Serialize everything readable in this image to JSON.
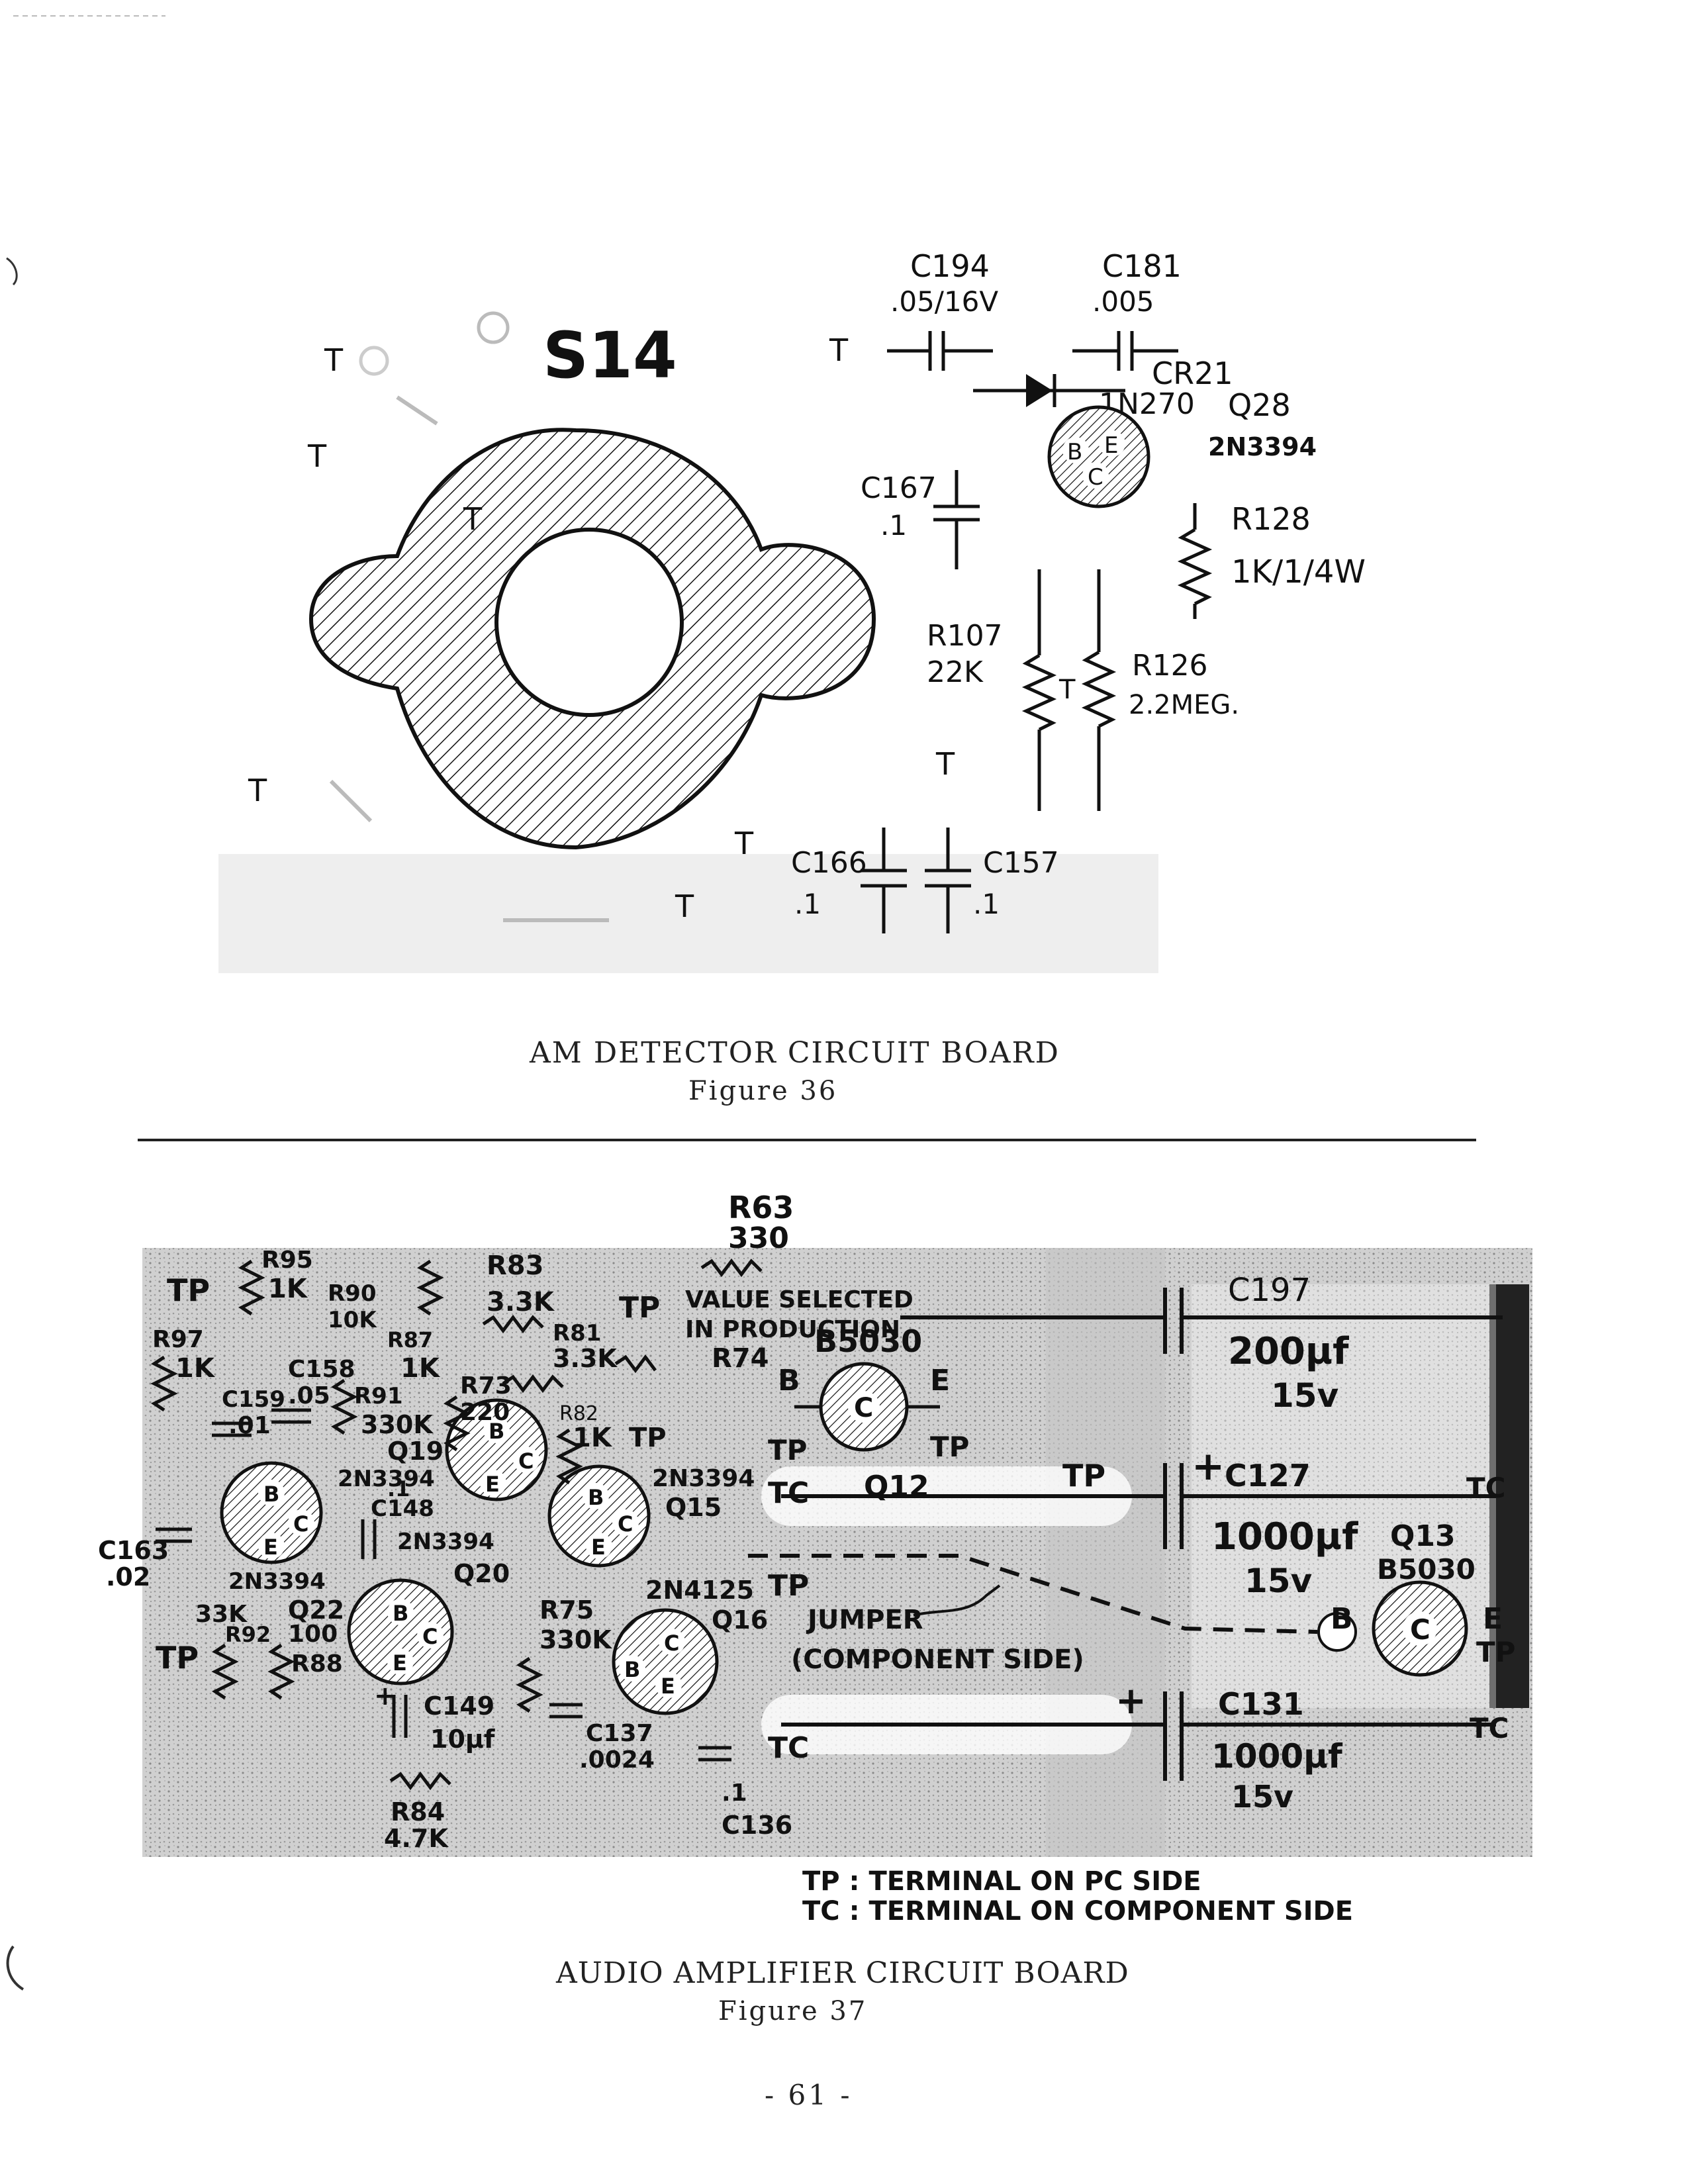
{
  "figure36": {
    "switch_label": "S14",
    "terminal_mark": "T",
    "components": {
      "C194": {
        "ref": "C194",
        "value": ".05/16V"
      },
      "C181": {
        "ref": "C181",
        "value": ".005"
      },
      "CR21": {
        "ref": "CR21",
        "value": "1N270"
      },
      "Q28": {
        "ref": "Q28",
        "value": "2N3394"
      },
      "C167": {
        "ref": "C167",
        "value": ".1"
      },
      "R128": {
        "ref": "R128",
        "value": "1K/1/4W"
      },
      "R107": {
        "ref": "R107",
        "value": "22K"
      },
      "R126": {
        "ref": "R126",
        "value": "2.2MEG."
      },
      "C166": {
        "ref": "C166",
        "value": ".1"
      },
      "C157": {
        "ref": "C157",
        "value": ".1"
      }
    },
    "caption": "AM DETECTOR CIRCUIT BOARD",
    "figure": "Figure 36"
  },
  "figure37": {
    "labels": {
      "R63": "R63",
      "R63_val": "330",
      "R95": "R95",
      "R95_val": "1K",
      "R90": "R90",
      "R90_val": "10K",
      "R83": "R83",
      "R83_val": "3.3K",
      "R87": "R87",
      "R87_val": "1K",
      "R81": "R81",
      "R81_val": "3.3K",
      "R97": "R97",
      "R97_val": "1K",
      "C158": "C158",
      "C158_val": ".05",
      "R91": "R91",
      "R91_val": "330K",
      "C159": "C159",
      "C159_val": ".01",
      "R73": "R73",
      "R73_val": "220",
      "R82": "R82",
      "R82_val": "1K",
      "R74": "R74",
      "value_selected_1": "VALUE SELECTED",
      "value_selected_2": "IN PRODUCTION",
      "Q19": "Q19",
      "Q19_type": "2N3394",
      "Q15": "Q15",
      "Q15_type": "2N3394",
      "C148": "C148",
      "C148_val": ".1",
      "C163": "C163",
      "C163_val": ".02",
      "Q22": "Q22",
      "Q22_type": "2N3394",
      "Q20": "Q20",
      "Q20_type": "2N3394",
      "R92": "R92",
      "R92_val": "33K",
      "R88": "R88",
      "R88_val": "100",
      "R75": "R75",
      "R75_val": "330K",
      "Q16": "Q16",
      "Q16_type": "2N4125",
      "C149": "C149",
      "C149_val": "10µf",
      "C137": "C137",
      "C137_val": ".0024",
      "R84": "R84",
      "R84_val": "4.7K",
      "C136": "C136",
      "C136_val": ".1",
      "Q12": "Q12",
      "Q12_type": "B5030",
      "Q13": "Q13",
      "Q13_type": "B5030",
      "C197": "C197",
      "C197_val": "200µf",
      "C197_v": "15v",
      "C127": "C127",
      "C127_val": "1000µf",
      "C127_v": "15v",
      "C131": "C131",
      "C131_val": "1000µf",
      "C131_v": "15v",
      "jumper1": "JUMPER",
      "jumper2": "(COMPONENT SIDE)",
      "TP": "TP",
      "TC": "TC",
      "pin_B": "B",
      "pin_C": "C",
      "pin_E": "E",
      "plus": "+"
    },
    "legend": {
      "tp": "TP : TERMINAL ON PC SIDE",
      "tc": "TC : TERMINAL ON COMPONENT SIDE"
    },
    "caption": "AUDIO AMPLIFIER CIRCUIT BOARD",
    "figure": "Figure 37"
  },
  "page_number": "- 61 -"
}
